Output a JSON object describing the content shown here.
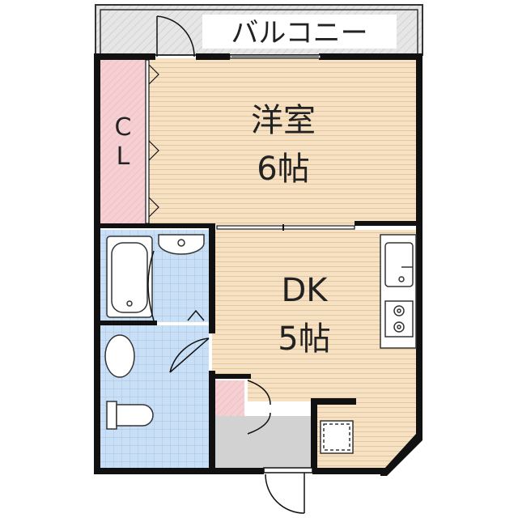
{
  "labels": {
    "balcony": "バルコニー",
    "western_room_name": "洋室",
    "western_room_size": "6帖",
    "closet_top": "C",
    "closet_bottom": "L",
    "dk_name": "DK",
    "dk_size": "5帖"
  },
  "colors": {
    "wall": "#111111",
    "floor_wood": "#f6e1c3",
    "floor_wood_line": "#e6c9a4",
    "closet": "#f6cfd2",
    "closet_line": "#e6aeb3",
    "tile_blue": "#c9dff5",
    "tile_line": "#a9c6e6",
    "balcony": "#e6e6e6",
    "balcony_hatch": "#c4c4c4",
    "entrance": "#d2d2d2",
    "fixture_outline": "#555555"
  }
}
